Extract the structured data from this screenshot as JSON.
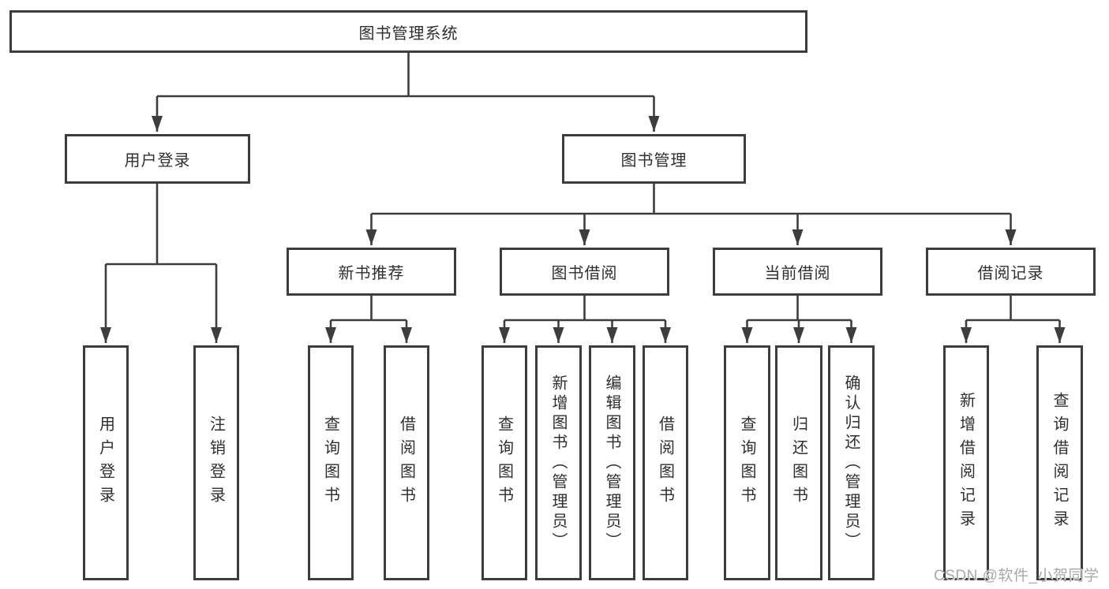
{
  "tree": {
    "root": {
      "label": "图书管理系统",
      "children": [
        {
          "label": "用户登录",
          "children": [
            {
              "label": "用户登录"
            },
            {
              "label": "注销登录"
            }
          ]
        },
        {
          "label": "图书管理",
          "children": [
            {
              "label": "新书推荐",
              "children": [
                {
                  "label": "查询图书"
                },
                {
                  "label": "借阅图书"
                }
              ]
            },
            {
              "label": "图书借阅",
              "children": [
                {
                  "label": "查询图书"
                },
                {
                  "label": "新增图书（管理员）"
                },
                {
                  "label": "编辑图书（管理员）"
                },
                {
                  "label": "借阅图书"
                }
              ]
            },
            {
              "label": "当前借阅",
              "children": [
                {
                  "label": "查询图书"
                },
                {
                  "label": "归还图书"
                },
                {
                  "label": "确认归还（管理员）"
                }
              ]
            },
            {
              "label": "借阅记录",
              "children": [
                {
                  "label": "新增借阅记录"
                },
                {
                  "label": "查询借阅记录"
                }
              ]
            }
          ]
        }
      ]
    }
  },
  "watermark": {
    "text": "CSDN @软件_小贺同学"
  },
  "colors": {
    "line": "#3d3d3d",
    "text": "#2f2f2f",
    "watermark": "#a9a9a9",
    "background": "#ffffff"
  }
}
